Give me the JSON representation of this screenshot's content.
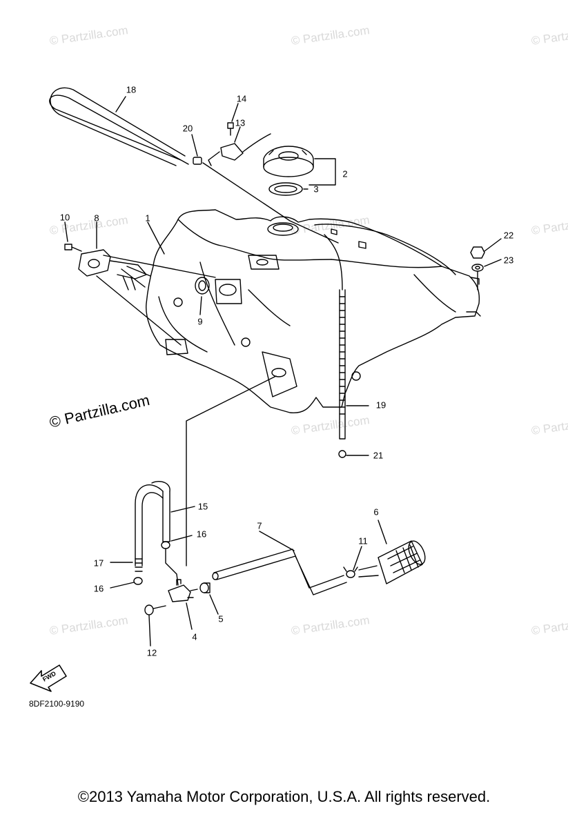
{
  "watermarks": {
    "small_text": "© Partzilla.com",
    "main_text": "© Partzilla.com"
  },
  "callouts": [
    {
      "label": "18"
    },
    {
      "label": "14"
    },
    {
      "label": "20"
    },
    {
      "label": "13"
    },
    {
      "label": "2"
    },
    {
      "label": "3"
    },
    {
      "label": "10"
    },
    {
      "label": "8"
    },
    {
      "label": "1"
    },
    {
      "label": "22"
    },
    {
      "label": "23"
    },
    {
      "label": "9"
    },
    {
      "label": "19"
    },
    {
      "label": "21"
    },
    {
      "label": "15"
    },
    {
      "label": "16"
    },
    {
      "label": "7"
    },
    {
      "label": "6"
    },
    {
      "label": "11"
    },
    {
      "label": "17"
    },
    {
      "label": "16"
    },
    {
      "label": "5"
    },
    {
      "label": "4"
    },
    {
      "label": "12"
    }
  ],
  "fwd_arrow": {
    "label": "FWD"
  },
  "diagram_code": "8DF2100-9190",
  "copyright": "©2013 Yamaha Motor Corporation, U.S.A. All rights reserved."
}
